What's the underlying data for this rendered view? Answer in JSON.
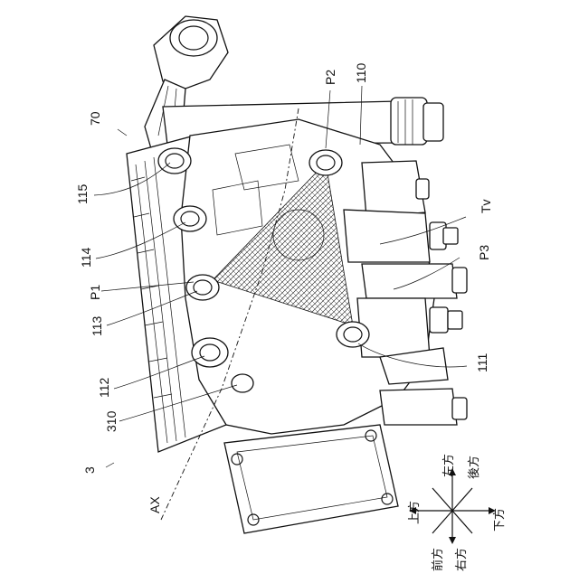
{
  "figure": {
    "labels": {
      "ref_70": "70",
      "ref_115": "115",
      "ref_114": "114",
      "ref_p1": "P1",
      "ref_113": "113",
      "ref_112": "112",
      "ref_310": "310",
      "ref_3": "3",
      "ref_ax": "AX",
      "ref_p2": "P2",
      "ref_110": "110",
      "ref_tv": "Tv",
      "ref_p3": "P3",
      "ref_111": "111"
    },
    "direction_legend": {
      "left": "左方",
      "rear": "後方",
      "up": "上方",
      "down": "下方",
      "front": "前方",
      "right": "右方"
    }
  }
}
